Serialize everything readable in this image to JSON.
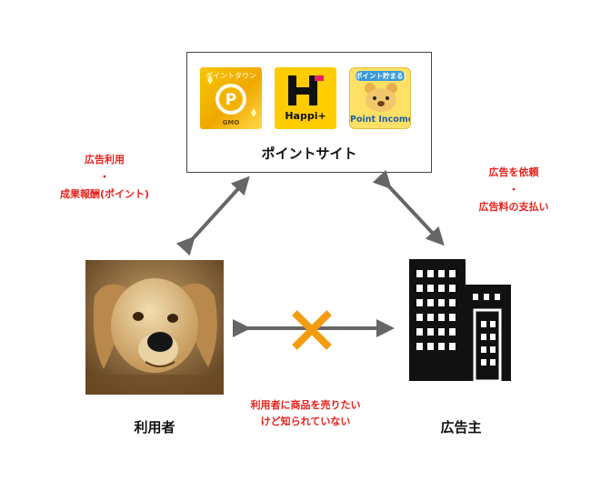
{
  "point_site": {
    "title": "ポイントサイト",
    "logos": [
      {
        "name": "gmo-pointtown",
        "top_text": "ポイントタウン",
        "bottom_text": "GMO"
      },
      {
        "name": "happi-plus",
        "text": "Happi+"
      },
      {
        "name": "point-income",
        "top_text": "ポイント貯まる!",
        "bottom_text": "Point Income"
      }
    ]
  },
  "nodes": {
    "user": {
      "label": "利用者"
    },
    "advertiser": {
      "label": "広告主"
    }
  },
  "notes": {
    "user_to_site": [
      "広告利用",
      "・",
      "成果報酬(ポイント)"
    ],
    "advertiser_to_site": [
      "広告を依頼",
      "・",
      "広告料の支払い"
    ],
    "user_to_advertiser": [
      "利用者に商品を売りたい",
      "けど知られていない"
    ]
  },
  "colors": {
    "note_red": "#e8211b",
    "arrow_gray": "#666666",
    "cross_orange": "#f39c12",
    "box_border": "#444444"
  },
  "icons": {
    "building": "building-icon",
    "cross": "cross-icon",
    "dog": "dog-photo"
  }
}
